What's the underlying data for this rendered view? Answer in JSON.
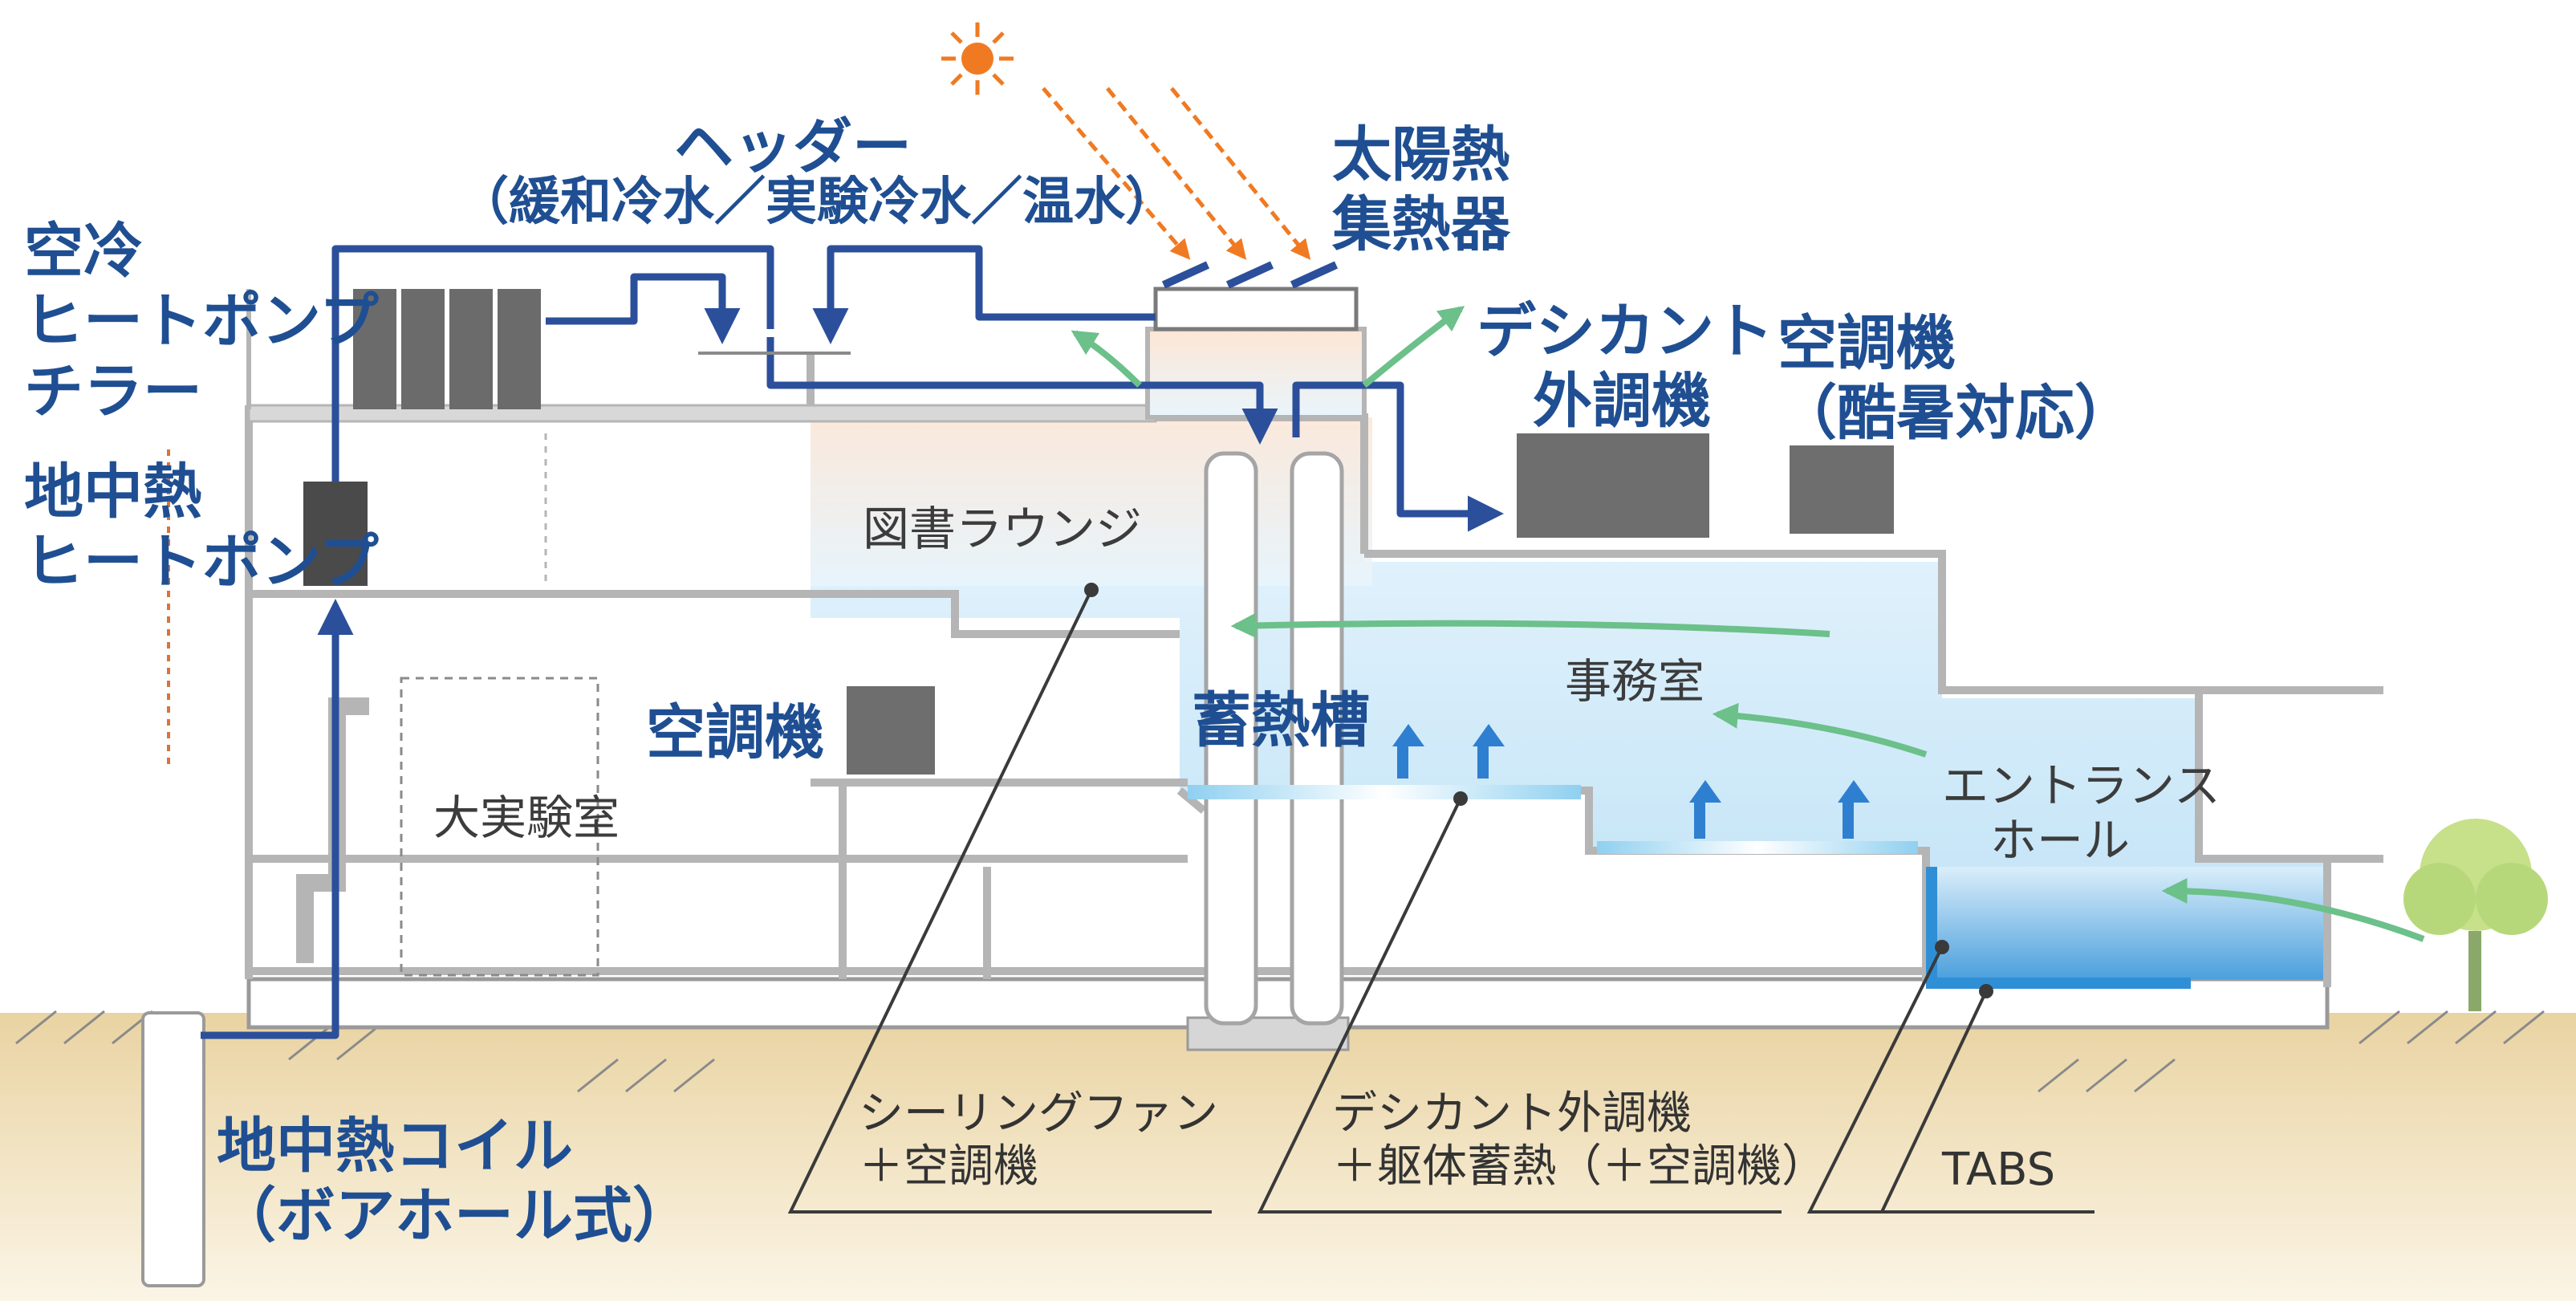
{
  "labels": {
    "header_title": "ヘッダー",
    "header_sub": "（緩和冷水／実験冷水／温水）",
    "solar_1": "太陽熱",
    "solar_2": "集熱器",
    "aircool_1": "空冷",
    "aircool_2": "ヒートポンプ",
    "aircool_3": "チラー",
    "geo_hp_1": "地中熱",
    "geo_hp_2": "ヒートポンプ",
    "desiccant_1": "デシカント",
    "desiccant_2": "外調機",
    "ahu_heat_1": "空調機",
    "ahu_heat_2": "（酷暑対応）",
    "library": "図書ラウンジ",
    "office": "事務室",
    "storage": "蓄熱槽",
    "ahu": "空調機",
    "lab": "大実験室",
    "entrance_1": "エントランス",
    "entrance_2": "ホール",
    "geo_coil_1": "地中熱コイル",
    "geo_coil_2": "（ボアホール式）"
  },
  "callouts": {
    "fan_1": "シーリングファン",
    "fan_2": "＋空調機",
    "desiccant_1": "デシカント外調機",
    "desiccant_2": "＋躯体蓄熱（＋空調機）",
    "tabs": "TABS"
  },
  "colors": {
    "pipe": "#2b4f9a",
    "label_blue": "#1f4f92",
    "air_arrow": "#6cc08a",
    "sun": "#f07a22",
    "cool_zone": "#cfe8f8",
    "ground": "#f0dfb6",
    "wall": "#bdbdbd"
  }
}
